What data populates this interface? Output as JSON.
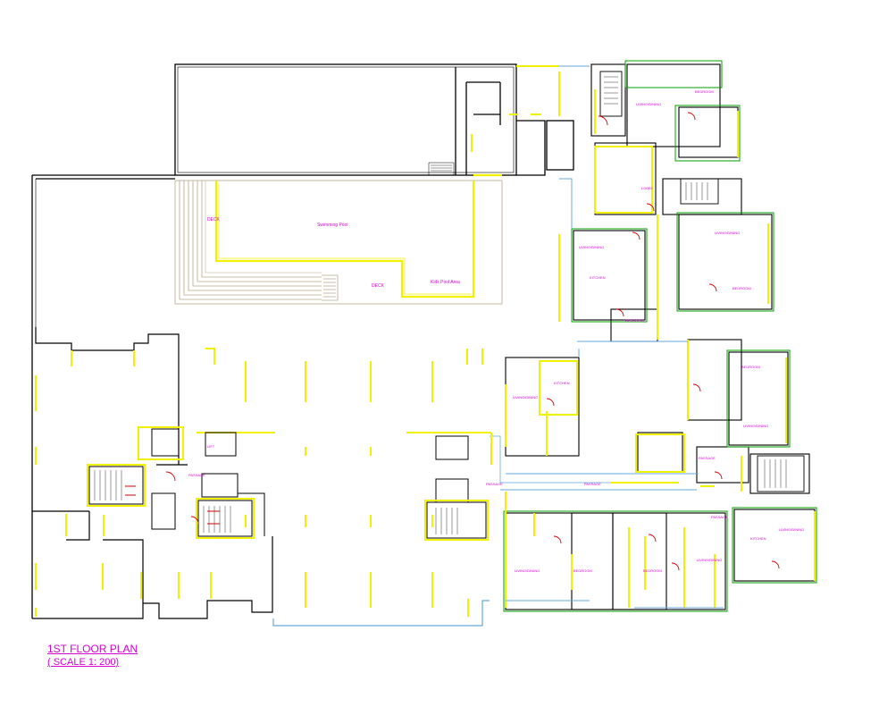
{
  "drawing": {
    "title": "1ST FLOOR PLAN",
    "scale": "( SCALE 1: 200)"
  },
  "labels": {
    "pool": "Swimming Pool",
    "deck_1": "DECK",
    "deck_2": "DECK",
    "kids_pool": "Kids Pool Area",
    "passage": "PASSAGE",
    "bedroom": "BEDROOM",
    "living": "LIVING/DINING",
    "kitchen": "KITCHEN",
    "lift": "LIFT",
    "lobby": "LOBBY"
  },
  "colors": {
    "wall": "#000000",
    "column": "#f2f200",
    "unit_outline": "#00a000",
    "glazing": "#66aadd",
    "text": "#d400d4",
    "deck_lines": "#b8a88a"
  }
}
